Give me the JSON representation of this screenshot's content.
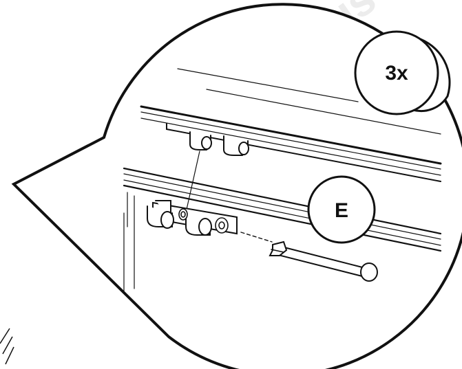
{
  "callout": {
    "quantity_label": "3x",
    "part_label": "E"
  },
  "watermark": {
    "brand_text": "vonhaus"
  },
  "colors": {
    "line": "#111111",
    "background": "#ffffff",
    "watermark": "#ececec"
  }
}
